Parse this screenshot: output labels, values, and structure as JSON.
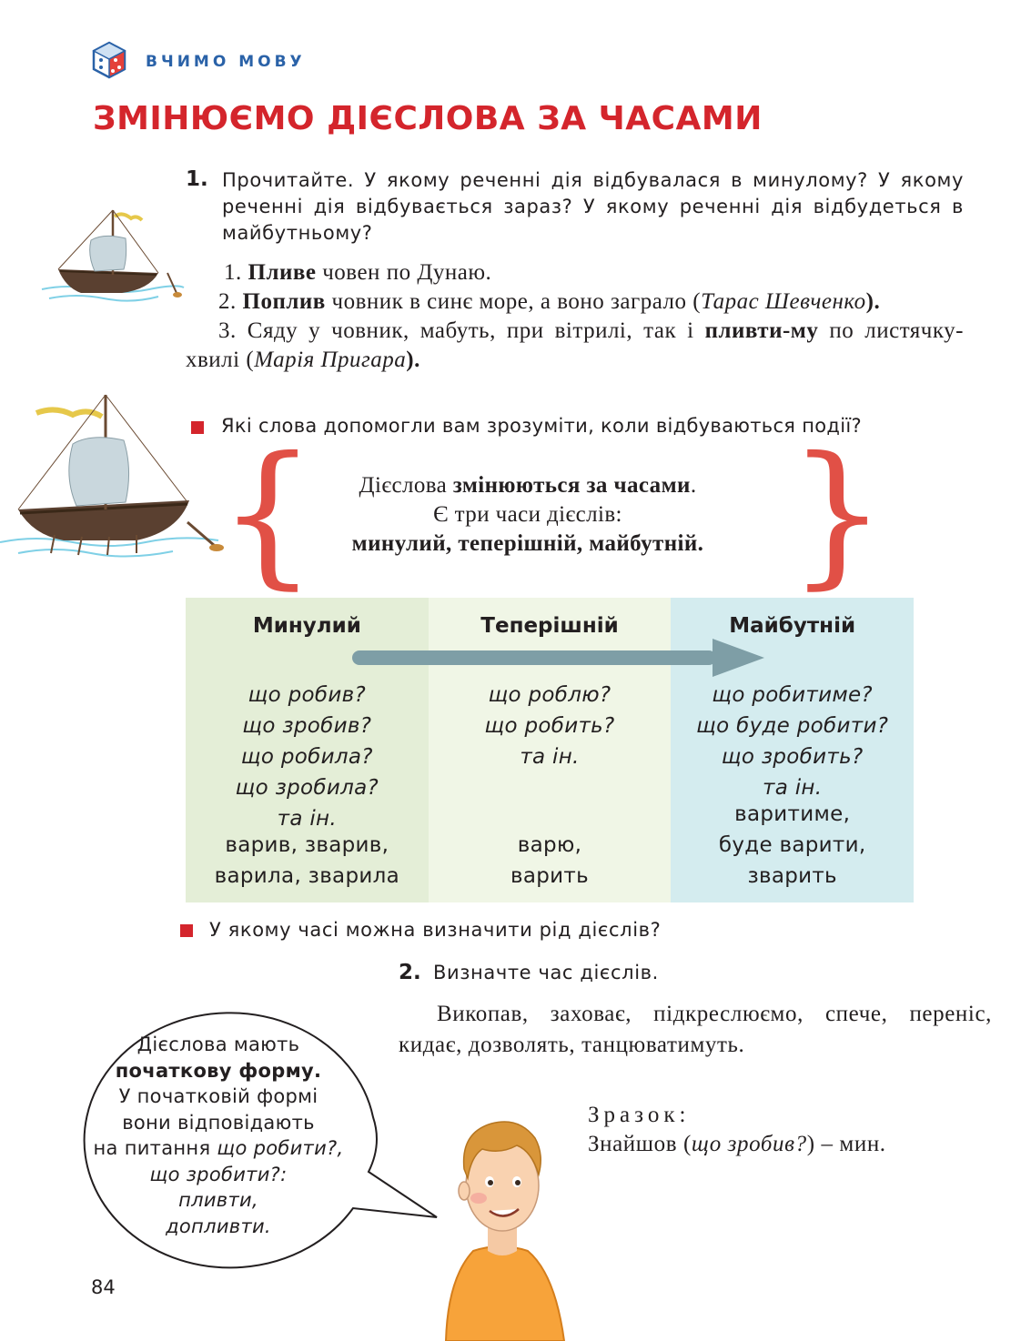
{
  "header": {
    "section_label": "ВЧИМО МОВУ",
    "title": "ЗМІНЮЄМО ДІЄСЛОВА ЗА ЧАСАМИ"
  },
  "exercise1": {
    "number": "1.",
    "instruction": "Прочитайте. У якому реченні дія відбувалася в минулому? У якому реченні дія відбувається зараз? У якому реченні дія відбудеться в майбутньому?",
    "sentences": {
      "s1_num": "1.",
      "s1_bold": "Пливе",
      "s1_rest": " човен по Дунаю.",
      "s2_num": "2.",
      "s2_bold": "Поплив",
      "s2_rest": " човник в синє море, а воно заграло (",
      "s2_author": "Тарас Шевченко",
      "s2_end": ").",
      "s3_num": "3.",
      "s3_pre": "Сяду у човник, мабуть, при вітрилі, так і ",
      "s3_bold": "пливти-му",
      "s3_rest": " по листячку-хвилі (",
      "s3_author": "Марія Пригара",
      "s3_end": ")."
    },
    "question": "Які слова допомогли вам зрозуміти, коли відбуваються події?"
  },
  "rule": {
    "line1_pre": "Дієслова ",
    "line1_bold": "змінюються за часами",
    "line1_end": ".",
    "line2": "Є три часи дієслів:",
    "line3": "минулий, теперішній, майбутній."
  },
  "tenses": {
    "past": {
      "header": "Минулий",
      "questions": [
        "що робив?",
        "що зробив?",
        "що робила?",
        "що зробила?",
        "та ін."
      ],
      "examples": [
        "варив, зварив,",
        "варила, зварила"
      ]
    },
    "present": {
      "header": "Теперішній",
      "questions": [
        "що роблю?",
        "що робить?",
        "та ін."
      ],
      "examples": [
        "варю,",
        "варить"
      ]
    },
    "future": {
      "header": "Майбутній",
      "questions": [
        "що робитиме?",
        "що буде робити?",
        "що зробить?",
        "та ін."
      ],
      "examples": [
        "варитиме,",
        "буде варити,",
        "зварить"
      ]
    }
  },
  "question2": "У якому часі можна визначити рід дієслів?",
  "exercise2": {
    "number": "2.",
    "instruction": "Визначте час дієслів.",
    "words": "Викопав, заховає, підкреслюємо, спече, переніс, кидає, дозволять, танцюватимуть.",
    "sample_label": "Зразок:",
    "sample_pre": "Знайшов (",
    "sample_question": "що зробив?",
    "sample_post": ") – мин."
  },
  "speech_bubble": {
    "line1": "Дієслова мають",
    "line2": "початкову форму.",
    "line3": "У початковій формі",
    "line4": "вони відповідають",
    "line5_pre": "на питання ",
    "line5_q": "що робити?,",
    "line6": "що зробити?:",
    "line7": "пливти,",
    "line8": "допливти."
  },
  "page_number": "84",
  "colors": {
    "title_red": "#d4252c",
    "header_blue": "#2a62a8",
    "brace": "#e15046",
    "past_bg": "#e4eed7",
    "present_bg": "#f0f6e6",
    "future_bg": "#d4ecef",
    "arrow": "#7e9ea6"
  }
}
